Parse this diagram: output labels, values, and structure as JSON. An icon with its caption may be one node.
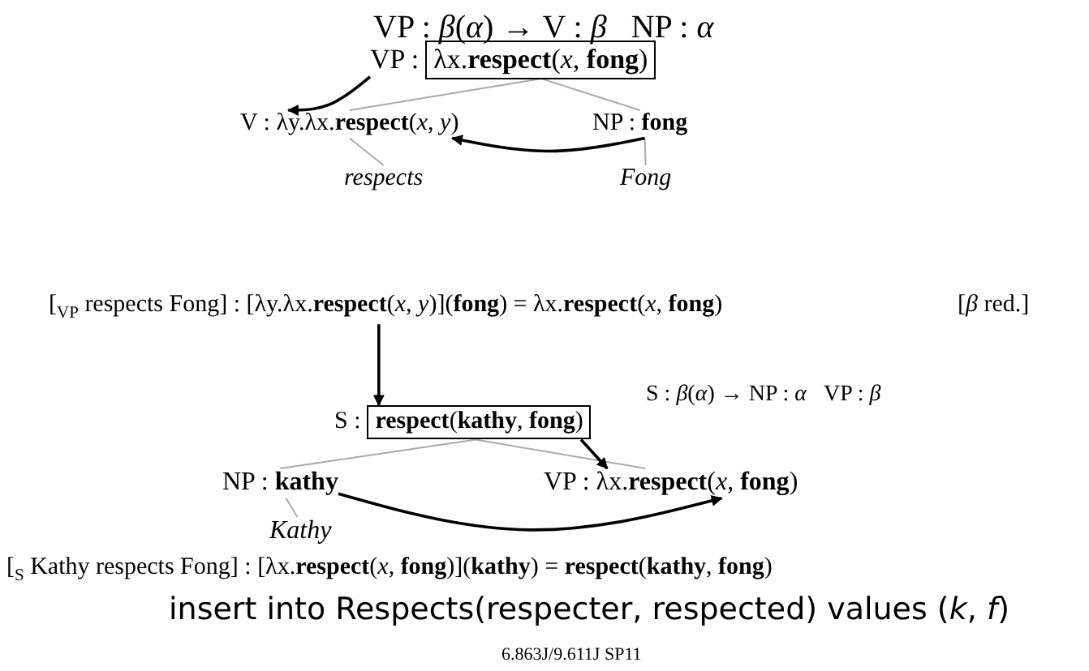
{
  "diagram": {
    "nodes": [
      {
        "text": [
          "VP :",
          "λx.**respect**(*x*, **fong**)"
        ]
      },
      {
        "text": [
          "V : λy.λx.**respect**(*x*, *y*)"
        ]
      },
      {
        "text": [
          "NP : **fong**"
        ]
      },
      {
        "text": [
          "respects"
        ]
      },
      {
        "text": [
          "Fong"
        ]
      },
      {
        "text": [
          "[$_{VP}$ respects Fong] : [λy.λx.**respect**(*x*, *y*)](**fong**) = λx.**respect**(*x*, **fong**)"
        ]
      },
      {
        "text": [
          "S :",
          "**respect**(**kathy**, **fong**)"
        ]
      },
      {
        "text": [
          "NP : **kathy**"
        ]
      },
      {
        "text": [
          "VP : λx.**respect**(*x*, **fong**)"
        ]
      },
      {
        "text": [
          "Kathy"
        ]
      },
      {
        "text": [
          "[$_{S}$ Kathy respects Fong] : [λx.**respect**(*x*, **fong**)](**kathy**) = **respect**(**kathy**, **fong**)"
        ]
      }
    ],
    "edges": [
      {
        "from": 0,
        "to": 1,
        "arrow": "none"
      },
      {
        "from": 0,
        "to": 2,
        "arrow": "none"
      },
      {
        "from": 1,
        "to": 3,
        "arrow": "none"
      },
      {
        "from": 2,
        "to": 4,
        "arrow": "none"
      },
      {
        "from": 0,
        "to": 1,
        "arrow": "to",
        "color": "#000000"
      },
      {
        "from": 2,
        "to": 1,
        "arrow": "to",
        "color": "#000000"
      },
      {
        "from": 5,
        "to": 6,
        "arrow": "to",
        "color": "#000000"
      },
      {
        "from": 6,
        "to": 7,
        "arrow": "none"
      },
      {
        "from": 6,
        "to": 8,
        "arrow": "none"
      },
      {
        "from": 7,
        "to": 9,
        "arrow": "none"
      },
      {
        "from": 6,
        "to": 8,
        "arrow": "to",
        "color": "#000000"
      },
      {
        "from": 7,
        "to": 8,
        "arrow": "to",
        "color": "#000000"
      }
    ],
    "labels": [
      "VP : *β*(*α*) → V : *β*   NP : *α*",
      "[*β* red.]",
      "S : *β*(*α*) → NP : *α*   VP : *β*",
      "insert into Respects(respecter, respected) values (*k*, *f*)",
      "6.863J/9.611J SP11"
    ]
  }
}
